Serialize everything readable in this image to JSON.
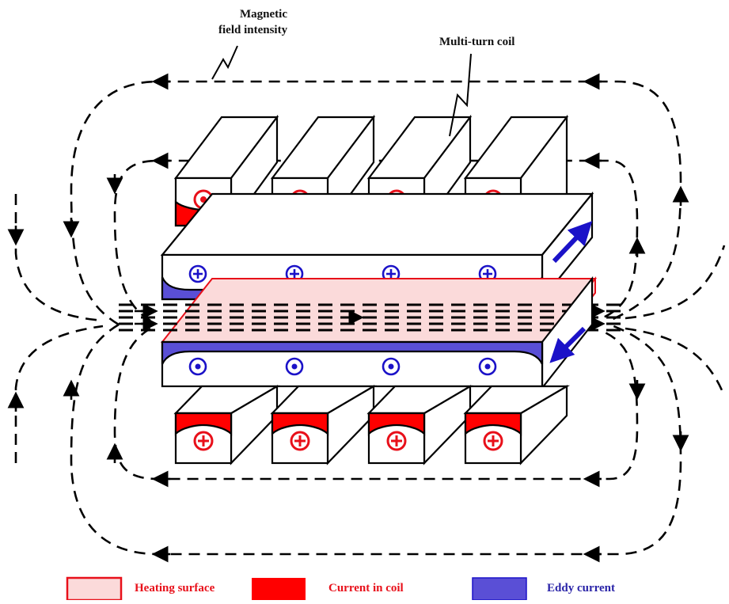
{
  "annotations": {
    "magnetic_line1": "Magnetic",
    "magnetic_line2": "field intensity",
    "coil": "Multi-turn coil"
  },
  "legend": {
    "heating_surface": "Heating surface",
    "current_in_coil": "Current in coil",
    "eddy_current": "Eddy current"
  },
  "colors": {
    "coil_current": "#ff0000",
    "eddy_current": "#5a4fd6",
    "heating_surface": "#fbdada",
    "field_line": "#000000"
  },
  "symbols": {
    "upper_coil": "dot-out",
    "upper_eddy": "cross-in",
    "lower_eddy": "dot-out",
    "lower_coil": "cross-in"
  }
}
